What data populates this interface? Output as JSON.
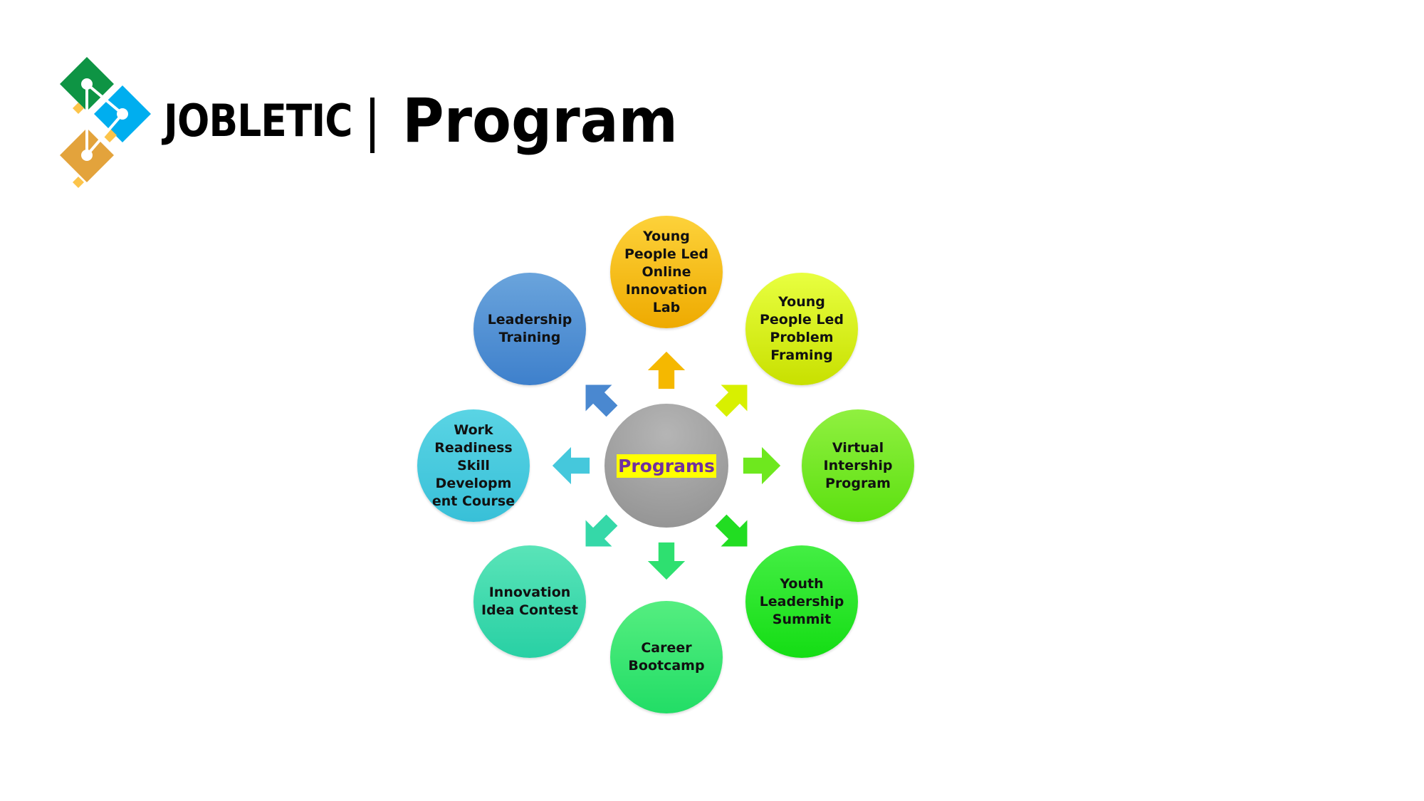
{
  "header": {
    "brand": "JOBLETIC",
    "title": "Program"
  },
  "diagram": {
    "center": "Programs",
    "nodes": [
      {
        "label": "Young People Led Online Innovation Lab",
        "color": "#f5b800"
      },
      {
        "label": "Young People Led Problem Framing",
        "color": "#d8f000"
      },
      {
        "label": "Virtual Intership Program",
        "color": "#6ee81e"
      },
      {
        "label": "Youth Leadership Summit",
        "color": "#22dd22"
      },
      {
        "label": "Career Bootcamp",
        "color": "#2ee070"
      },
      {
        "label": "Innovation Idea Contest",
        "color": "#35d8a8"
      },
      {
        "label": "Work Readiness Skill Developm ent Course",
        "color": "#45c8dc"
      },
      {
        "label": "Leadership Training",
        "color": "#4a88d0"
      }
    ]
  }
}
